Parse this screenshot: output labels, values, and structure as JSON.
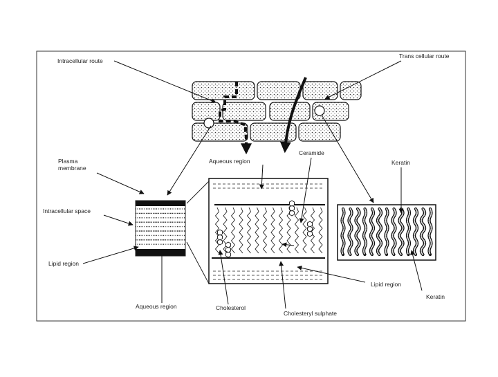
{
  "labels": {
    "intracellular_route": "Intracellular route",
    "transcellular_route": "Trans cellular route",
    "plasma_membrane": "Plasma membrane",
    "aqueous_region_top": "Aqueous region",
    "ceramide": "Ceramide",
    "keratin_top": "Keratin",
    "intracellular_space": "Intracellular space",
    "lipid_region_left": "Lipid region",
    "aqueous_region_bottom": "Aqueous region",
    "cholesterol": "Cholesterol",
    "cholesteryl_sulphate": "Cholesteryl sulphate",
    "lipid_region_right": "Lipid region",
    "keratin_bottom": "Keratin"
  },
  "colors": {
    "ink": "#111111",
    "cell_fill": "#ffffff",
    "frame": "#333333"
  }
}
